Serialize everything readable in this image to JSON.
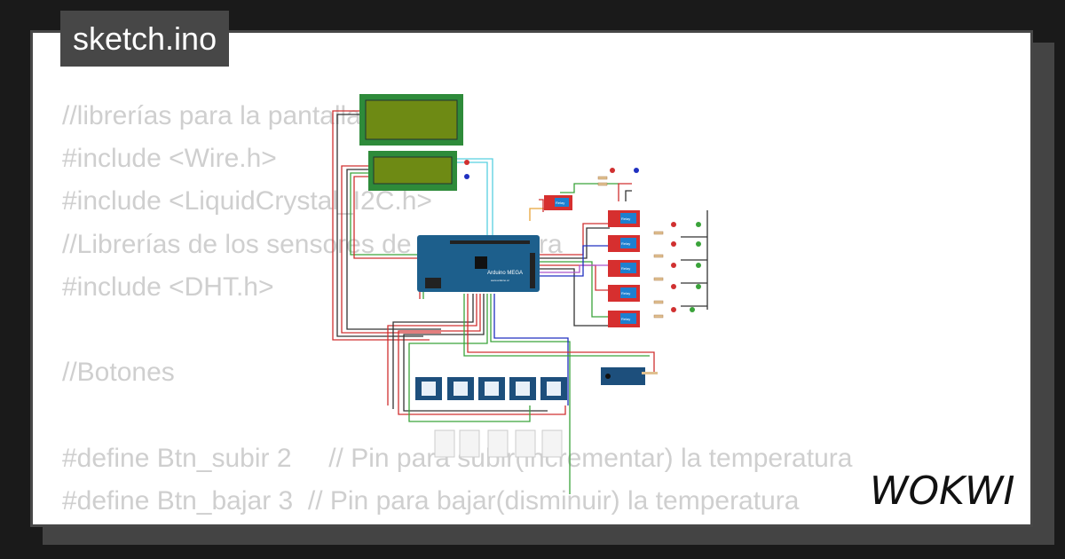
{
  "header": {
    "filename": "sketch.ino"
  },
  "code_lines": [
    "//librerías para la pantalla",
    "#include <Wire.h>",
    "#include <LiquidCrystal_I2C.h>",
    "//Librerías de los sensores de temperatura",
    "#include <DHT.h>",
    "",
    "//Botones",
    "",
    "#define Btn_subir 2     // Pin para subir(incrementar) la temperatura",
    "#define Btn_bajar 3  // Pin para bajar(disminuir) la temperatura"
  ],
  "board": {
    "label": "Arduino MEGA",
    "sublabel": "www.arduino.cc"
  },
  "relay_label": "Relay",
  "brand": {
    "logo": "WOKWI"
  },
  "colors": {
    "background": "#1a1a1a",
    "card": "#ffffff",
    "border": "#474747",
    "code_text": "#cfcfcf",
    "lcd_green": "#2e8b3a",
    "board_blue": "#1d5f8c",
    "relay_red": "#d62f2f"
  }
}
